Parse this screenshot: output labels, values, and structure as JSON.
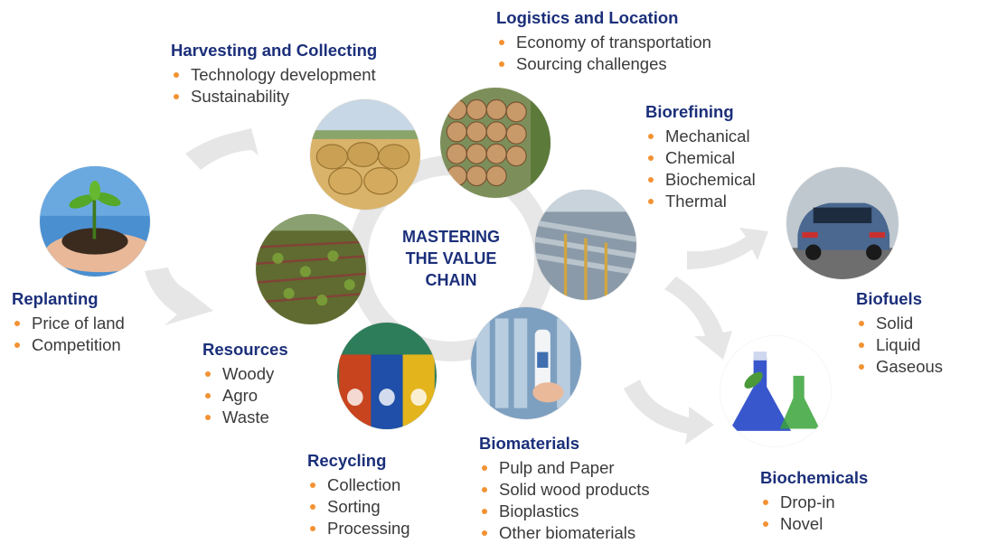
{
  "center": {
    "line1": "MASTERING",
    "line2": "THE VALUE",
    "line3": "CHAIN"
  },
  "colors": {
    "heading": "#1b2f7a",
    "bullet": "#f39233",
    "body_text": "#3a3a3a",
    "arrows": "#e6e6e6"
  },
  "stages": {
    "harvesting": {
      "title": "Harvesting and Collecting",
      "items": [
        "Technology development",
        "Sustainability"
      ]
    },
    "logistics": {
      "title": "Logistics and Location",
      "items": [
        "Economy of transportation",
        "Sourcing challenges"
      ]
    },
    "biorefining": {
      "title": "Biorefining",
      "items": [
        "Mechanical",
        "Chemical",
        "Biochemical",
        "Thermal"
      ]
    },
    "replanting": {
      "title": "Replanting",
      "items": [
        "Price of land",
        "Competition"
      ]
    },
    "resources": {
      "title": "Resources",
      "items": [
        "Woody",
        "Agro",
        "Waste"
      ]
    },
    "biofuels": {
      "title": "Biofuels",
      "items": [
        "Solid",
        "Liquid",
        "Gaseous"
      ]
    },
    "recycling": {
      "title": "Recycling",
      "items": [
        "Collection",
        "Sorting",
        "Processing"
      ]
    },
    "biomaterials": {
      "title": "Biomaterials",
      "items": [
        "Pulp and Paper",
        "Solid wood products",
        "Bioplastics",
        "Other biomaterials"
      ]
    },
    "biochemicals": {
      "title": "Biochemicals",
      "items": [
        "Drop-in",
        "Novel"
      ]
    }
  },
  "photos": [
    "seedling-in-soil-photo",
    "hay-bales-photo",
    "log-pile-photo",
    "industrial-pipes-photo",
    "car-photo",
    "lab-flasks-photo",
    "consumer-products-photo",
    "recycling-bins-photo",
    "crop-field-photo"
  ]
}
